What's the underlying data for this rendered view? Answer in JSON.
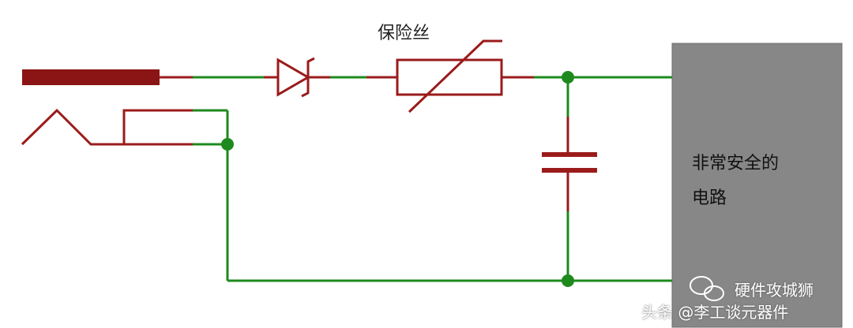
{
  "labels": {
    "fuse": "保险丝",
    "circuit_block_line1": "非常安全的",
    "circuit_block_line2": "电路"
  },
  "watermark": {
    "account": "硬件攻城狮",
    "source": "头条 @李工谈元器件"
  },
  "colors": {
    "wire": "#1e8a1e",
    "component": "#9b1b1b",
    "block_fill": "#878787",
    "block_stroke": "#6f6f6f"
  },
  "icons": [
    "wechat-icon"
  ]
}
